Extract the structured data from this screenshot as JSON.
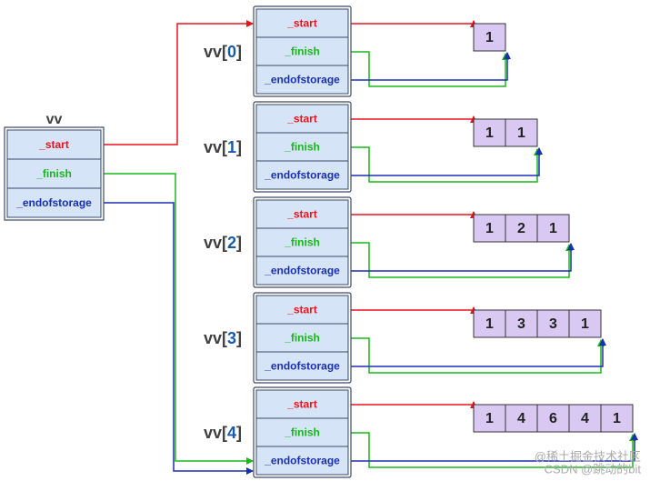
{
  "outer": {
    "label": "vv",
    "fields": [
      "_start",
      "_finish",
      "_endofstorage"
    ]
  },
  "rows": [
    {
      "label_prefix": "vv[",
      "label_index": "0",
      "label_suffix": "]",
      "fields": [
        "_start",
        "_finish",
        "_endofstorage"
      ],
      "values": [
        "1"
      ]
    },
    {
      "label_prefix": "vv[",
      "label_index": "1",
      "label_suffix": "]",
      "fields": [
        "_start",
        "_finish",
        "_endofstorage"
      ],
      "values": [
        "1",
        "1"
      ]
    },
    {
      "label_prefix": "vv[",
      "label_index": "2",
      "label_suffix": "]",
      "fields": [
        "_start",
        "_finish",
        "_endofstorage"
      ],
      "values": [
        "1",
        "2",
        "1"
      ]
    },
    {
      "label_prefix": "vv[",
      "label_index": "3",
      "label_suffix": "]",
      "fields": [
        "_start",
        "_finish",
        "_endofstorage"
      ],
      "values": [
        "1",
        "3",
        "3",
        "1"
      ]
    },
    {
      "label_prefix": "vv[",
      "label_index": "4",
      "label_suffix": "]",
      "fields": [
        "_start",
        "_finish",
        "_endofstorage"
      ],
      "values": [
        "1",
        "4",
        "6",
        "4",
        "1"
      ]
    }
  ],
  "colors": {
    "start": "#e8141c",
    "finish": "#19b81c",
    "endofstorage": "#1a2fb0",
    "field_fill": "#d6e4f7",
    "field_border": "#3b4a66",
    "cell_fill": "#d9c9f2",
    "index_blue": "#1a5aa8"
  },
  "watermark": {
    "line1": "@稀土掘金技术社区",
    "line2": "CSDN @跳动的bit"
  }
}
